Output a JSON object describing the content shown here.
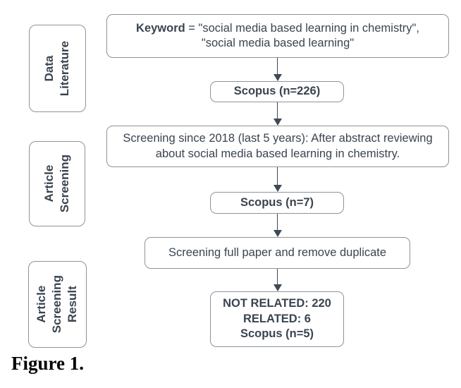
{
  "colors": {
    "box_border": "#8d939c",
    "text": "#3a4450",
    "arrow": "#3f4a56"
  },
  "stages": [
    {
      "label": "Data\nLiterature"
    },
    {
      "label": "Article\nScreening"
    },
    {
      "label": "Article\nScreening\nResult"
    }
  ],
  "nodes": {
    "keyword": {
      "bold": "Keyword",
      "rest": " = \"social media based learning in chemistry\",\n\"social media based learning\""
    },
    "scopus_initial": {
      "text": "Scopus (n=226)"
    },
    "abstract_screening": {
      "text": "Screening since 2018 (last 5 years): After abstract reviewing\nabout social media based learning in chemistry."
    },
    "scopus_screened": {
      "text": "Scopus (n=7)"
    },
    "full_paper_screening": {
      "text": "Screening full paper and remove duplicate"
    },
    "result": {
      "text": "NOT RELATED: 220\nRELATED: 6\nScopus (n=5)"
    }
  },
  "caption": "Figure 1."
}
